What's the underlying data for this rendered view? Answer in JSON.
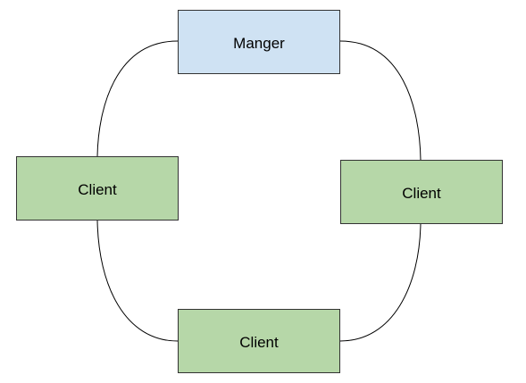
{
  "colors": {
    "manager_fill": "#cfe2f3",
    "client_fill": "#b6d7a8",
    "border": "#333333",
    "connector": "#000000"
  },
  "nodes": {
    "manager": {
      "label": "Manger"
    },
    "client_left": {
      "label": "Client"
    },
    "client_right": {
      "label": "Client"
    },
    "client_bottom": {
      "label": "Client"
    }
  },
  "edges": [
    {
      "from": "manager",
      "to": "client_left"
    },
    {
      "from": "manager",
      "to": "client_right"
    },
    {
      "from": "client_left",
      "to": "client_bottom"
    },
    {
      "from": "client_right",
      "to": "client_bottom"
    }
  ]
}
